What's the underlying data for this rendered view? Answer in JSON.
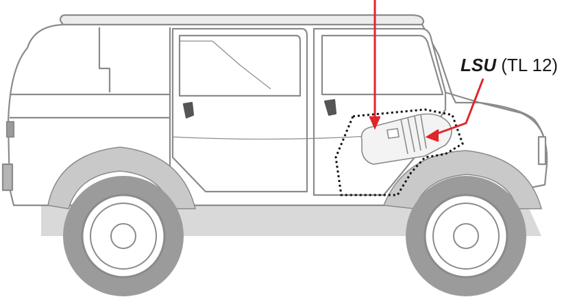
{
  "callout": {
    "name": "LSU",
    "detail": "(TL 12)"
  },
  "colors": {
    "outline": "#8a8a8a",
    "body_fill": "#ffffff",
    "shadow": "#cfcfcf",
    "tire": "#9b9b9b",
    "arrow": "#e0252b",
    "dotted_region": "#111111"
  },
  "icons": {
    "vehicle": "utility-vehicle-outline",
    "component": "cylinder-unit"
  }
}
